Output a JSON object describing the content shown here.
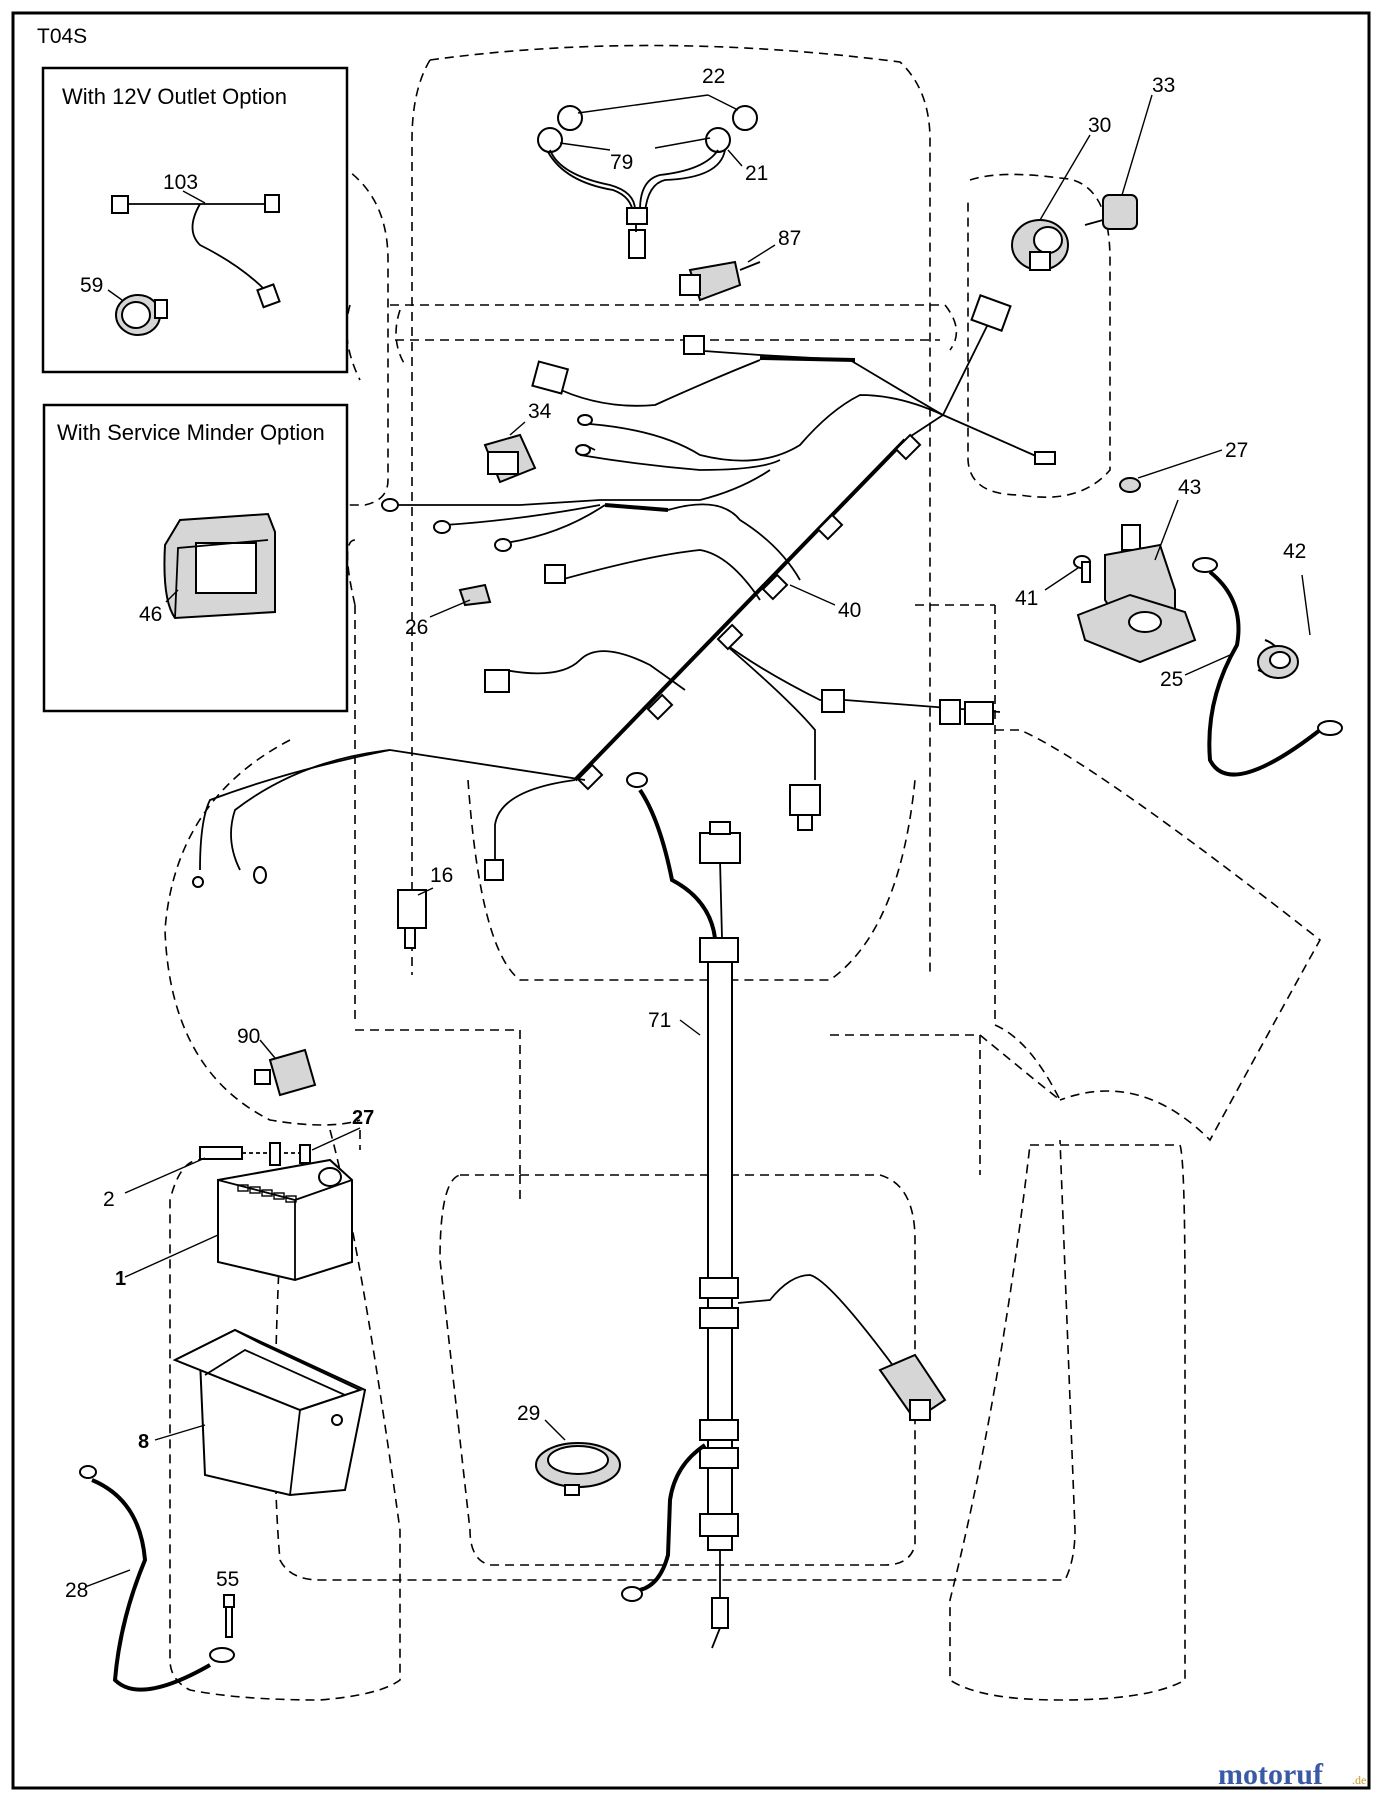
{
  "diagram_code": "T04S",
  "option_boxes": {
    "outlet": {
      "title": "With 12V Outlet Option",
      "parts": [
        "103",
        "59"
      ]
    },
    "service_minder": {
      "title": "With Service Minder Option",
      "parts": [
        "46"
      ]
    }
  },
  "part_labels": {
    "p1": "1",
    "p2": "2",
    "p8": "8",
    "p16": "16",
    "p21": "21",
    "p22": "22",
    "p25": "25",
    "p26": "26",
    "p27a": "27",
    "p27b": "27",
    "p28": "28",
    "p29": "29",
    "p30": "30",
    "p33": "33",
    "p34": "34",
    "p40": "40",
    "p41": "41",
    "p42": "42",
    "p43": "43",
    "p46": "46",
    "p55": "55",
    "p59": "59",
    "p71": "71",
    "p79": "79",
    "p87": "87",
    "p90": "90",
    "p103": "103"
  },
  "watermark": {
    "brand": "motoruf",
    "suffix": ".de"
  }
}
